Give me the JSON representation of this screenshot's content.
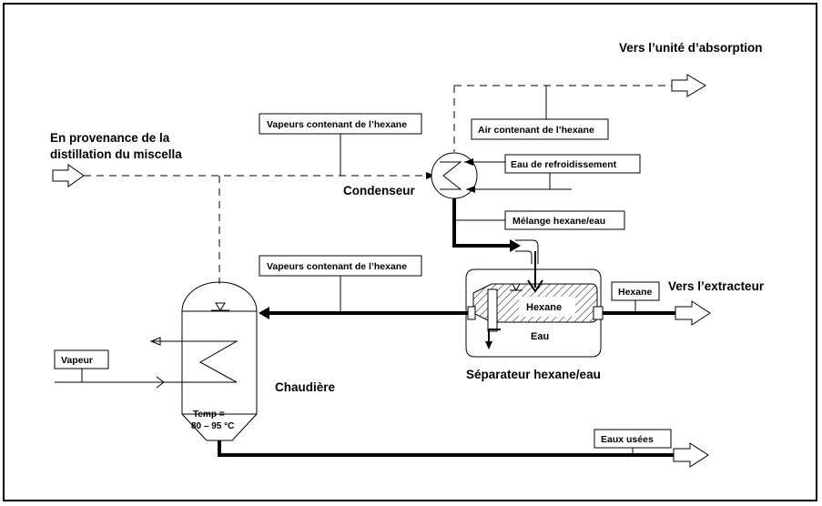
{
  "labels": {
    "vers_absorption": "Vers l’unité d’absorption",
    "provenance_line1": "En provenance de la",
    "provenance_line2": "distillation du miscella",
    "condenseur": "Condenseur",
    "vers_extracteur": "Vers l’extracteur",
    "chaudiere": "Chaudière",
    "separateur": "Séparateur hexane/eau",
    "temp_line1": "Temp =",
    "temp_line2": "80 – 95 °C",
    "hexane_inside": "Hexane",
    "eau_inside": "Eau"
  },
  "boxes": {
    "vapeurs_top": "Vapeurs contenant de l’hexane",
    "air": "Air contenant de l’hexane",
    "eau_refroid": "Eau de refroidissement",
    "melange": "Mélange hexane/eau",
    "vapeurs_mid": "Vapeurs contenant de l’hexane",
    "hexane_out": "Hexane",
    "vapeur": "Vapeur",
    "eaux_usees": "Eaux usées"
  }
}
